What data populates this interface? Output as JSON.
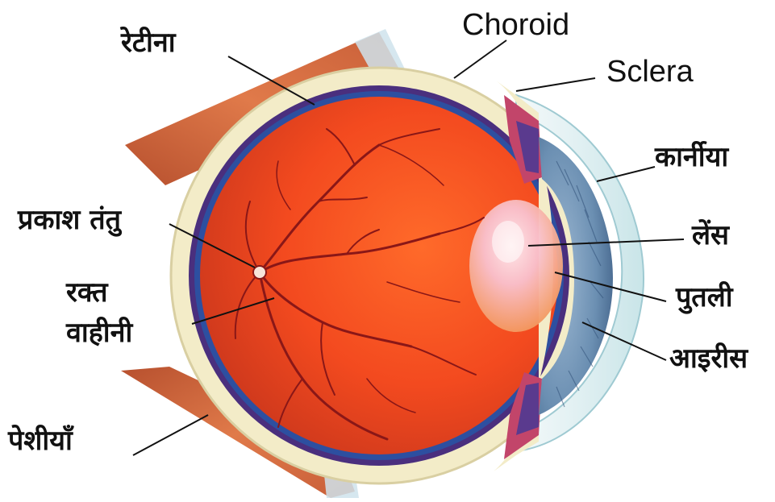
{
  "labels": {
    "retina": "रेटीना",
    "choroid": "Choroid",
    "sclera": "Sclera",
    "cornea": "कार्नीया",
    "optic_nerve": "प्रकाश तंतु",
    "lens": "लेंस",
    "blood_vessels_line1": "रक्त",
    "blood_vessels_line2": "वाहीनी",
    "pupil": "पुतली",
    "iris": "आइरीस",
    "muscles": "पेशीयाँ"
  },
  "colors": {
    "retina": "#f0481f",
    "sclera": "#f3ecc8",
    "choroid": "#4a2f7e",
    "muscle": "#d8643c",
    "iris": "#6f92b4",
    "lens": "#f7b7c3",
    "vessels": "#8a1717",
    "leader_lines": "#111111"
  }
}
